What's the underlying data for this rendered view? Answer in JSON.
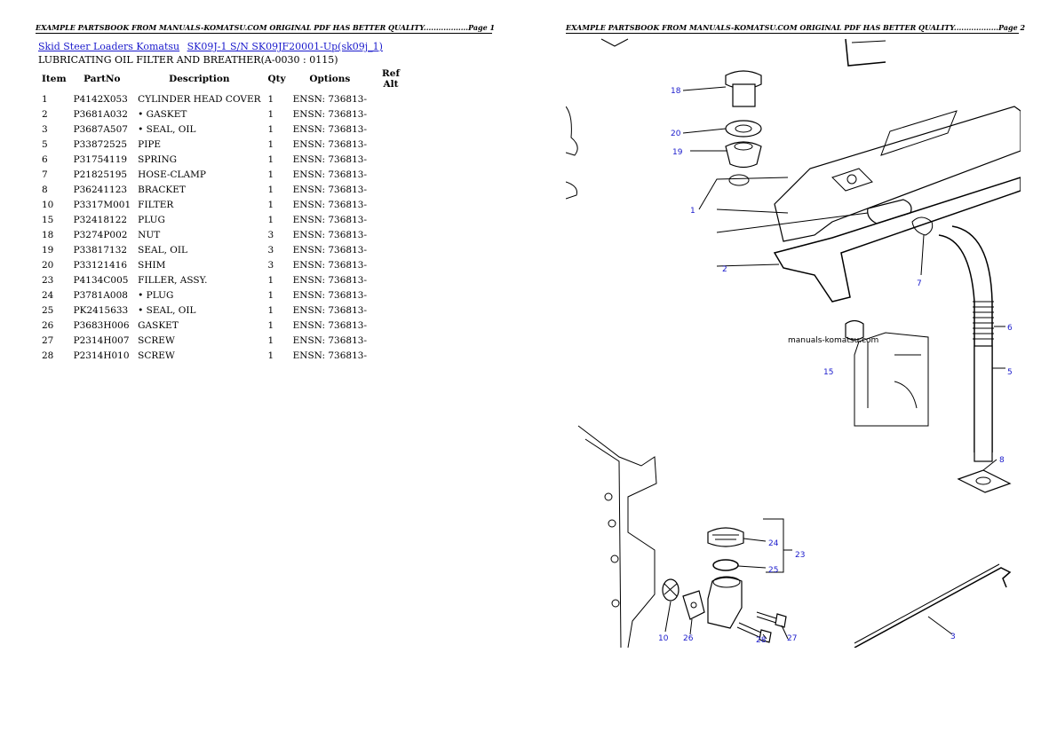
{
  "pages": [
    {
      "header": "EXAMPLE PARTSBOOK FROM MANUALS-KOMATSU.COM ORIGINAL PDF HAS BETTER QUALITY..................Page 1"
    },
    {
      "header": "EXAMPLE PARTSBOOK FROM MANUALS-KOMATSU.COM ORIGINAL PDF HAS BETTER QUALITY..................Page 2"
    }
  ],
  "breadcrumb": {
    "links": [
      "Skid Steer Loaders Komatsu",
      "SK09J-1 S/N SK09JF20001-Up(sk09j_1)"
    ]
  },
  "section_title": "LUBRICATING OIL FILTER AND BREATHER(A-0030 : 0115)",
  "table": {
    "headers": [
      "Item",
      "PartNo",
      "Description",
      "Qty",
      "Options",
      "Ref Alt"
    ],
    "rows": [
      {
        "item": "1",
        "part_no": "P4142X053",
        "description": "CYLINDER HEAD COVER",
        "qty": "1",
        "options": "ENSN: 736813-",
        "ref_alt": ""
      },
      {
        "item": "2",
        "part_no": "P3681A032",
        "description": "• GASKET",
        "qty": "1",
        "options": "ENSN: 736813-",
        "ref_alt": ""
      },
      {
        "item": "3",
        "part_no": "P3687A507",
        "description": "• SEAL, OIL",
        "qty": "1",
        "options": "ENSN: 736813-",
        "ref_alt": ""
      },
      {
        "item": "5",
        "part_no": "P33872525",
        "description": "PIPE",
        "qty": "1",
        "options": "ENSN: 736813-",
        "ref_alt": ""
      },
      {
        "item": "6",
        "part_no": "P31754119",
        "description": "SPRING",
        "qty": "1",
        "options": "ENSN: 736813-",
        "ref_alt": ""
      },
      {
        "item": "7",
        "part_no": "P21825195",
        "description": "HOSE-CLAMP",
        "qty": "1",
        "options": "ENSN: 736813-",
        "ref_alt": ""
      },
      {
        "item": "8",
        "part_no": "P36241123",
        "description": "BRACKET",
        "qty": "1",
        "options": "ENSN: 736813-",
        "ref_alt": ""
      },
      {
        "item": "10",
        "part_no": "P3317M001",
        "description": "FILTER",
        "qty": "1",
        "options": "ENSN: 736813-",
        "ref_alt": ""
      },
      {
        "item": "15",
        "part_no": "P32418122",
        "description": "PLUG",
        "qty": "1",
        "options": "ENSN: 736813-",
        "ref_alt": ""
      },
      {
        "item": "18",
        "part_no": "P3274P002",
        "description": "NUT",
        "qty": "3",
        "options": "ENSN: 736813-",
        "ref_alt": ""
      },
      {
        "item": "19",
        "part_no": "P33817132",
        "description": "SEAL, OIL",
        "qty": "3",
        "options": "ENSN: 736813-",
        "ref_alt": ""
      },
      {
        "item": "20",
        "part_no": "P33121416",
        "description": "SHIM",
        "qty": "3",
        "options": "ENSN: 736813-",
        "ref_alt": ""
      },
      {
        "item": "23",
        "part_no": "P4134C005",
        "description": "FILLER, ASSY.",
        "qty": "1",
        "options": "ENSN: 736813-",
        "ref_alt": ""
      },
      {
        "item": "24",
        "part_no": "P3781A008",
        "description": "• PLUG",
        "qty": "1",
        "options": "ENSN: 736813-",
        "ref_alt": ""
      },
      {
        "item": "25",
        "part_no": "PK2415633",
        "description": "• SEAL, OIL",
        "qty": "1",
        "options": "ENSN: 736813-",
        "ref_alt": ""
      },
      {
        "item": "26",
        "part_no": "P3683H006",
        "description": "GASKET",
        "qty": "1",
        "options": "ENSN: 736813-",
        "ref_alt": ""
      },
      {
        "item": "27",
        "part_no": "P2314H007",
        "description": "SCREW",
        "qty": "1",
        "options": "ENSN: 736813-",
        "ref_alt": ""
      },
      {
        "item": "28",
        "part_no": "P2314H010",
        "description": "SCREW",
        "qty": "1",
        "options": "ENSN: 736813-",
        "ref_alt": ""
      }
    ]
  },
  "diagram": {
    "watermark": "manuals-komatsu.com",
    "callouts": [
      "18",
      "20",
      "19",
      "1",
      "2",
      "7",
      "6",
      "15",
      "5",
      "8",
      "24",
      "23",
      "25",
      "10",
      "26",
      "28",
      "27",
      "3"
    ]
  }
}
